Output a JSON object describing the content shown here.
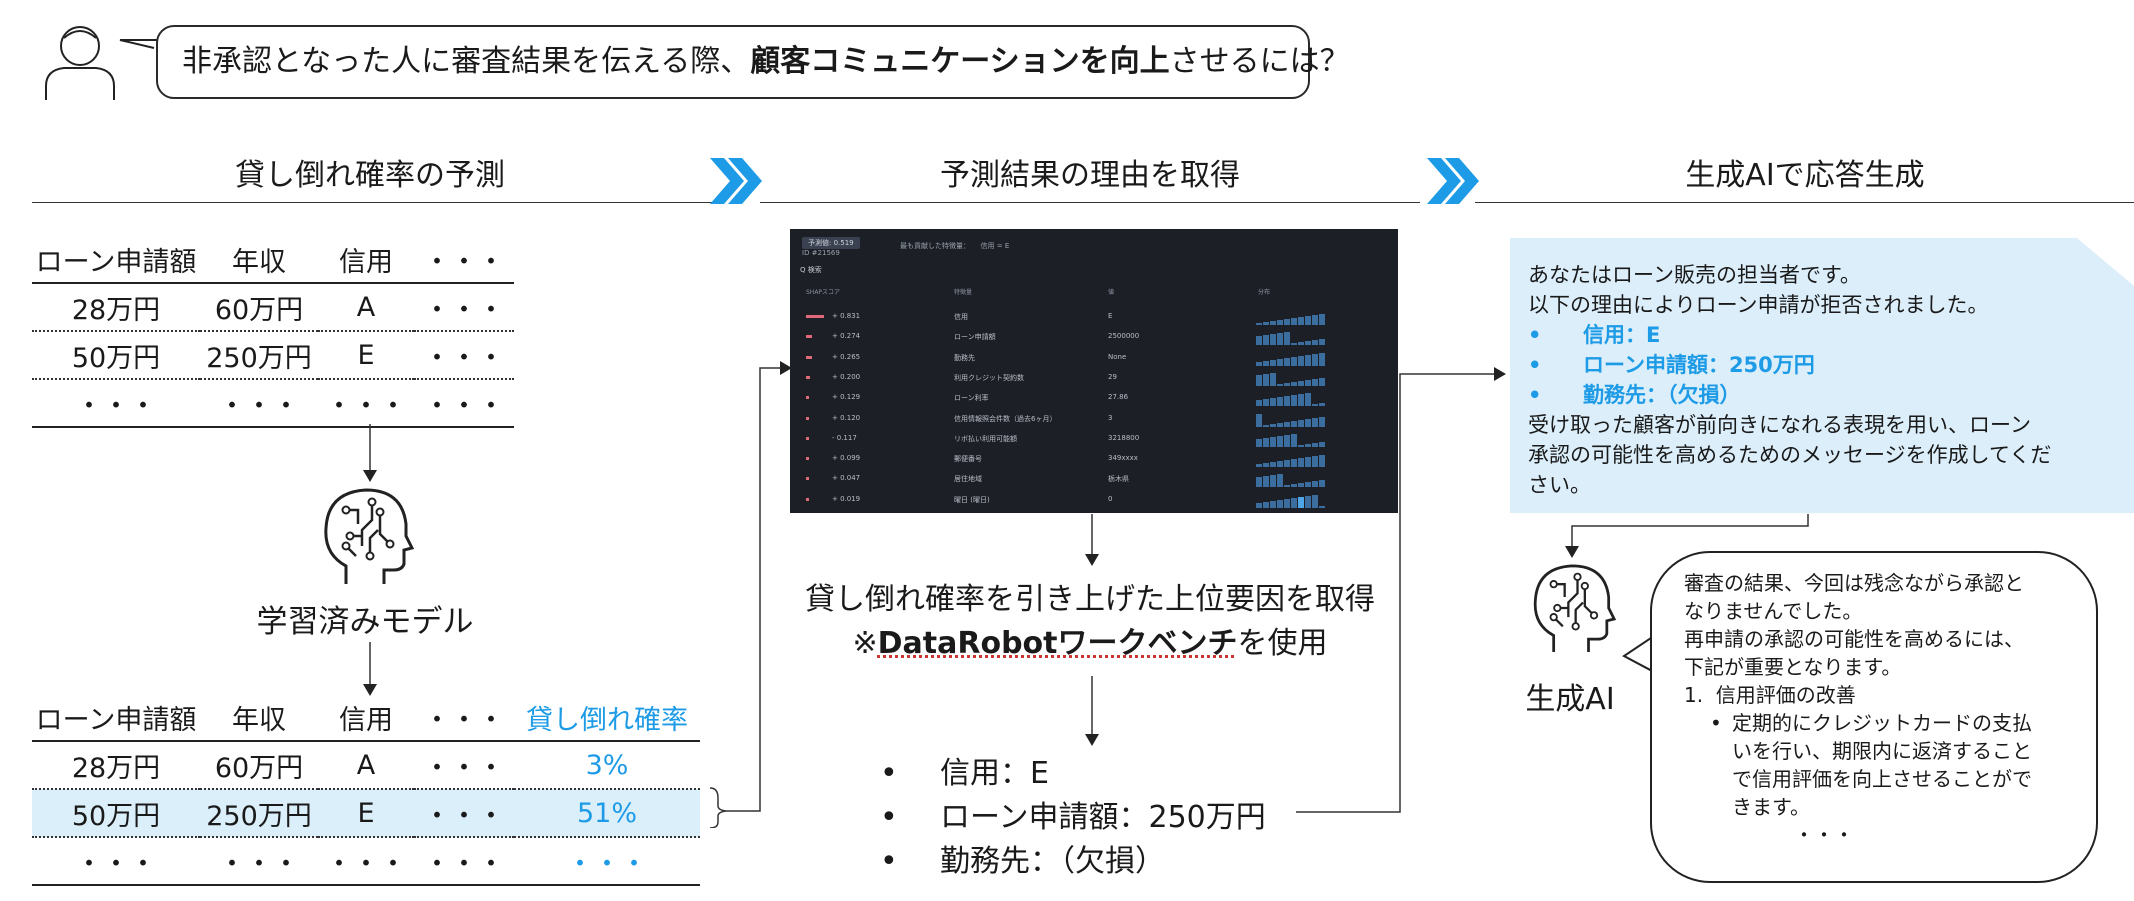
{
  "question": {
    "pre": "非承認となった人に審査結果を伝える際、",
    "bold": "顧客コミュニケーションを向上",
    "post": "させるには？"
  },
  "sections": {
    "predict": "貸し倒れ確率の予測",
    "reason": "予測結果の理由を取得",
    "generate": "生成AIで応答生成"
  },
  "table1": {
    "headers": [
      "ローン申請額",
      "年収",
      "信用",
      "・・・"
    ],
    "rows": [
      [
        "28万円",
        "60万円",
        "A",
        "・・・"
      ],
      [
        "50万円",
        "250万円",
        "E",
        "・・・"
      ],
      [
        "・・・",
        "・・・",
        "・・・",
        "・・・"
      ]
    ]
  },
  "model_label": "学習済みモデル",
  "table2": {
    "headers": [
      "ローン申請額",
      "年収",
      "信用",
      "・・・",
      "貸し倒れ確率"
    ],
    "rows": [
      [
        "28万円",
        "60万円",
        "A",
        "・・・",
        "3%"
      ],
      [
        "50万円",
        "250万円",
        "E",
        "・・・",
        "51%"
      ],
      [
        "・・・",
        "・・・",
        "・・・",
        "・・・",
        "・・・"
      ]
    ]
  },
  "screenshot": {
    "badge": "予測値: 0.519",
    "id": "ID #21569",
    "top_feature": "最も貢献した特徴量：　　信用 = E",
    "search": "Q 検索",
    "col_headers": [
      "SHAPスコア",
      "特徴量",
      "値",
      "分布"
    ],
    "rows": [
      {
        "score": "+ 0.831",
        "feature": "信用",
        "value": "E"
      },
      {
        "score": "+ 0.274",
        "feature": "ローン申請額",
        "value": "2500000"
      },
      {
        "score": "+ 0.265",
        "feature": "勤務先",
        "value": "None"
      },
      {
        "score": "+ 0.200",
        "feature": "利用クレジット契約数",
        "value": "29"
      },
      {
        "score": "+ 0.129",
        "feature": "ローン利率",
        "value": "27.86"
      },
      {
        "score": "+ 0.120",
        "feature": "信用情報照会件数（過去6ヶ月）",
        "value": "3"
      },
      {
        "score": "- 0.117",
        "feature": "リボ払い利用可能額",
        "value": "3218800"
      },
      {
        "score": "+ 0.099",
        "feature": "郵便番号",
        "value": "349xxxx"
      },
      {
        "score": "+ 0.047",
        "feature": "居住地域",
        "value": "栃木県"
      },
      {
        "score": "+ 0.019",
        "feature": "曜日 (曜日)",
        "value": "0"
      }
    ]
  },
  "reason_caption": {
    "line1": "貸し倒れ確率を引き上げた上位要因を取得",
    "line2_pre": "※",
    "line2_bold": "DataRobotワークベンチ",
    "line2_post": "を使用"
  },
  "factors": [
    "信用：E",
    "ローン申請額：250万円",
    "勤務先：（欠損）"
  ],
  "prompt": {
    "line1": "あなたはローン販売の担当者です。",
    "line2": "以下の理由によりローン申請が拒否されました。",
    "items": [
      "信用：E",
      "ローン申請額：250万円",
      "勤務先：（欠損）"
    ],
    "line3": "受け取った顧客が前向きになれる表現を用い、ローン",
    "line4": "承認の可能性を高めるためのメッセージを作成してくだ",
    "line5": "さい。"
  },
  "genai_label": "生成AI",
  "response": {
    "l1": "審査の結果、今回は残念ながら承認と",
    "l2": "なりませんでした。",
    "l3": "再申請の承認の可能性を高めるには、",
    "l4": "下記が重要となります。",
    "item": "1.  信用評価の改善",
    "sub1": "定期的にクレジットカードの支払",
    "sub2": "いを行い、期限内に返済すること",
    "sub3": "で信用評価を向上させることがで",
    "sub4": "きます。",
    "ellipsis": "・・・"
  },
  "colors": {
    "accent": "#1e9be6",
    "highlight": "#dbeffa",
    "panel": "#1c1f26"
  }
}
